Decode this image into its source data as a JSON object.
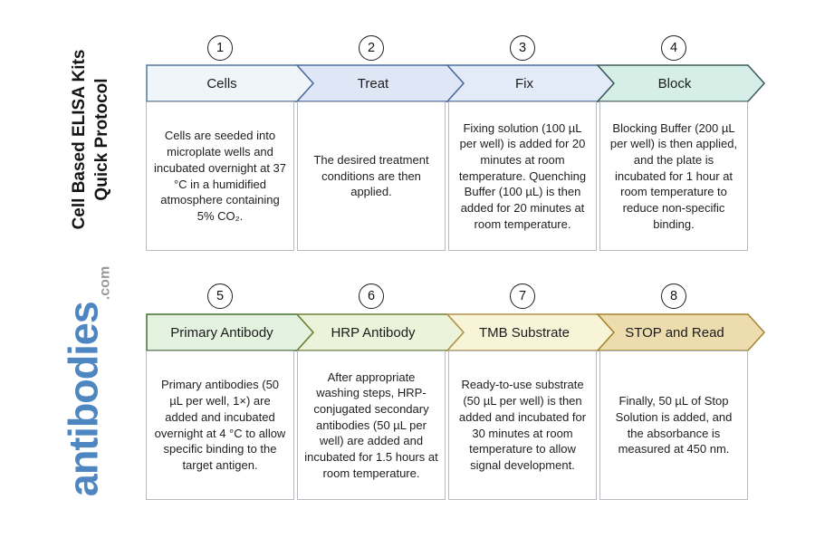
{
  "sidebar": {
    "title_line1": "Cell Based ELISA Kits",
    "title_line2": "Quick Protocol",
    "logo_text": "antibodies",
    "logo_suffix": ".com",
    "logo_color": "#4e86c1",
    "logo_suffix_color": "#9a9a9a"
  },
  "steps": [
    {
      "number": "1",
      "label": "Cells",
      "fill": "#f0f5fa",
      "border": "#53779f",
      "description": "Cells are seeded into microplate wells and incubated overnight at 37 °C in a humidified atmosphere containing 5% CO₂."
    },
    {
      "number": "2",
      "label": "Treat",
      "fill": "#dfe7f7",
      "border": "#4a6da0",
      "description": "The desired treatment conditions are then applied."
    },
    {
      "number": "3",
      "label": "Fix",
      "fill": "#e3eaf8",
      "border": "#4a6da0",
      "description": "Fixing solution (100 µL per well) is added for 20 minutes at room temperature. Quenching Buffer (100 µL) is then added for 20 minutes at room temperature."
    },
    {
      "number": "4",
      "label": "Block",
      "fill": "#d5efe7",
      "border": "#39595c",
      "description": "Blocking Buffer (200 µL per well) is then applied, and the plate is incubated for 1 hour at room temperature to reduce non-specific binding."
    },
    {
      "number": "5",
      "label": "Primary Antibody",
      "fill": "#e4f2e0",
      "border": "#41702f",
      "description": "Primary antibodies (50 µL per well, 1×) are added and incubated overnight at 4 °C to allow specific binding to the target antigen."
    },
    {
      "number": "6",
      "label": "HRP Antibody",
      "fill": "#ecf3db",
      "border": "#6f7d35",
      "description": "After appropriate washing steps, HRP-conjugated secondary antibodies (50 µL per well) are added and incubated for 1.5 hours at room temperature."
    },
    {
      "number": "7",
      "label": "TMB Substrate",
      "fill": "#f8f4d8",
      "border": "#b2924a",
      "description": "Ready-to-use substrate (50 µL per well) is then added and incubated for 30 minutes at room temperature to allow signal development."
    },
    {
      "number": "8",
      "label": "STOP and Read",
      "fill": "#ecdcae",
      "border": "#a5842f",
      "description": "Finally, 50 µL of Stop Solution is added, and the absorbance is measured at 450 nm."
    }
  ]
}
